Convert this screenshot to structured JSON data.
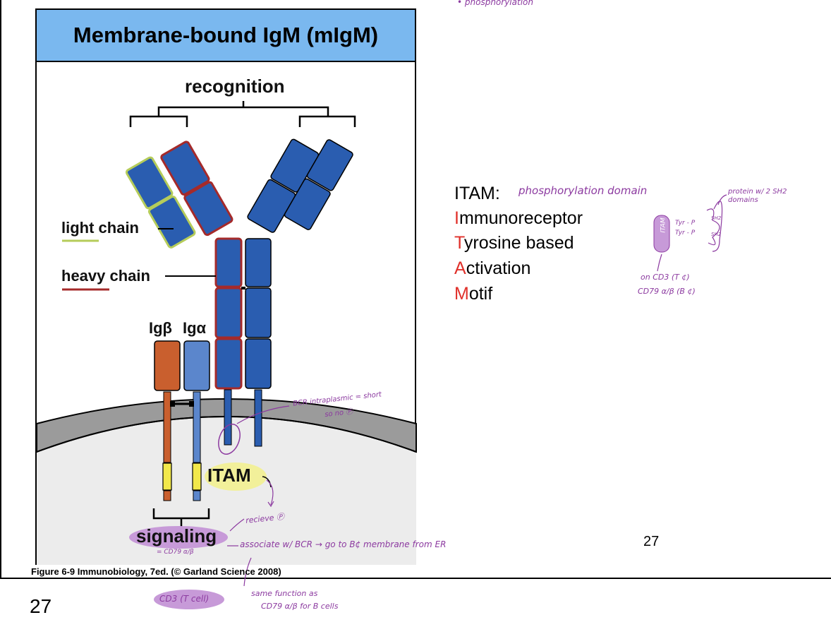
{
  "figure": {
    "title": "Membrane-bound IgM (mIgM)",
    "labels": {
      "recognition": "recognition",
      "light_chain": "light chain",
      "heavy_chain": "heavy chain",
      "ig_beta": "Igβ",
      "ig_alpha": "Igα",
      "itam": "ITAM",
      "signaling": "signaling"
    },
    "caption": "Figure 6-9  Immunobiology, 7ed. (© Garland Science 2008)"
  },
  "itam_panel": {
    "heading": "ITAM:",
    "lines": [
      {
        "first": "I",
        "rest": "mmunoreceptor"
      },
      {
        "first": "T",
        "rest": "yrosine based"
      },
      {
        "first": "A",
        "rest": "ctivation"
      },
      {
        "first": "M",
        "rest": "otif"
      }
    ]
  },
  "annotations": {
    "top_note": "• phosphorylation",
    "itam_def": "phosphorylation domain",
    "protein_sh2": "protein w/ 2 SH2 domains",
    "itam_box": "ITAM",
    "tyr1": "Tyr - P",
    "tyr2": "Tyr - P",
    "sh2a": "SH2",
    "sh2b": "SH2",
    "on_cd3": "on CD3 (T ¢)",
    "cd79": "CD79 α/β (B ¢)",
    "bcr_note_1": "BCR intraplasmic = short",
    "bcr_note_2": "so no Ⓟ",
    "recieve": "recieve Ⓟ",
    "cd79_under": "= CD79 α/β",
    "associate": "associate w/ BCR → go to B¢ membrane from ER",
    "cd3_tcell": "CD3 (T cell)",
    "same_fn_1": "same function as",
    "same_fn_2": "CD79 α/β for B cells"
  },
  "slide_number": "27",
  "page_number": "27",
  "colors": {
    "title_bg": "#7ab8ef",
    "heavy_chain": "#2a5db0",
    "heavy_outline": "#a52a2a",
    "light_outline": "#b5cc5a",
    "ig_beta": "#c95f2e",
    "ig_alpha": "#5b86cc",
    "itam_yellow": "#f2e84a",
    "membrane": "#9b9b9b",
    "ink": "#8c3aa0",
    "accent_red": "#e0302a"
  }
}
